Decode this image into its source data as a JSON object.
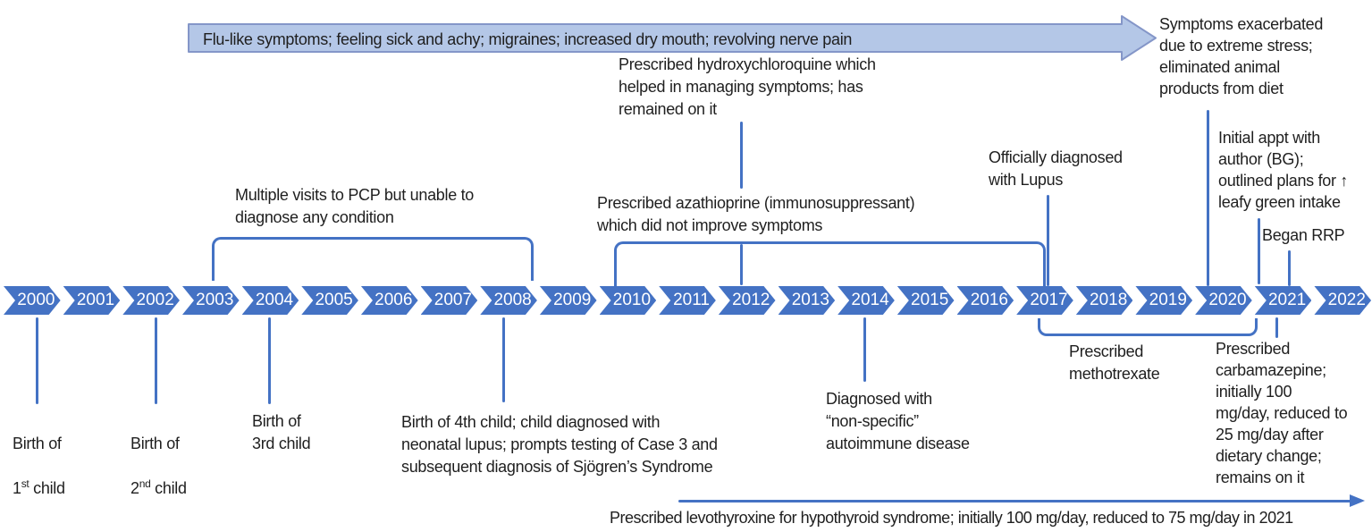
{
  "colors": {
    "accent_blue": "#4472C4",
    "banner_fill": "#B4C7E7",
    "banner_border": "#8496C8",
    "text": "#1F1F1F",
    "year_text": "#FFFFFF"
  },
  "banner": {
    "label": "Flu-like symptoms; feeling sick and achy; migraines; increased dry mouth; revolving nerve pain"
  },
  "timeline": {
    "years": [
      "2000",
      "2001",
      "2002",
      "2003",
      "2004",
      "2005",
      "2006",
      "2007",
      "2008",
      "2009",
      "2010",
      "2011",
      "2012",
      "2013",
      "2014",
      "2015",
      "2016",
      "2017",
      "2018",
      "2019",
      "2020",
      "2021",
      "2022"
    ]
  },
  "events_above": {
    "stress": "Symptoms exacerbated\ndue to extreme stress;\neliminated animal\nproducts from diet",
    "hydroxychloroquine": "Prescribed hydroxychloroquine which\nhelped in managing symptoms; has\nremained on it",
    "pcp": "Multiple visits to PCP but unable to\ndiagnose any condition",
    "azathioprine": "Prescribed azathioprine (immunosuppressant)\nwhich did not improve symptoms",
    "lupus": "Officially diagnosed\nwith Lupus",
    "initial_appt": "Initial appt with\nauthor (BG);\noutlined plans for ↑\nleafy green intake",
    "rrp": "Began RRP"
  },
  "events_below": {
    "birth1_line1": "Birth of",
    "birth1_num": "1",
    "birth1_sup": "st",
    "birth1_rest": " child",
    "birth2_line1": "Birth of",
    "birth2_num": "2",
    "birth2_sup": "nd",
    "birth2_rest": " child",
    "birth3": "Birth of\n3rd child",
    "birth4": "Birth of 4th child; child diagnosed with\nneonatal lupus; prompts testing of Case 3 and\nsubsequent diagnosis of Sjögren’s Syndrome",
    "autoimmune": "Diagnosed with\n“non-specific”\nautoimmune disease",
    "methotrexate": "Prescribed\nmethotrexate",
    "carbamazepine": "Prescribed\ncarbamazepine;\ninitially 100\nmg/day, reduced to\n25 mg/day after\ndietary change;\nremains on it",
    "levothyroxine": "Prescribed levothyroxine for hypothyroid syndrome; initially 100 mg/day, reduced to 75 mg/day in 2021"
  }
}
